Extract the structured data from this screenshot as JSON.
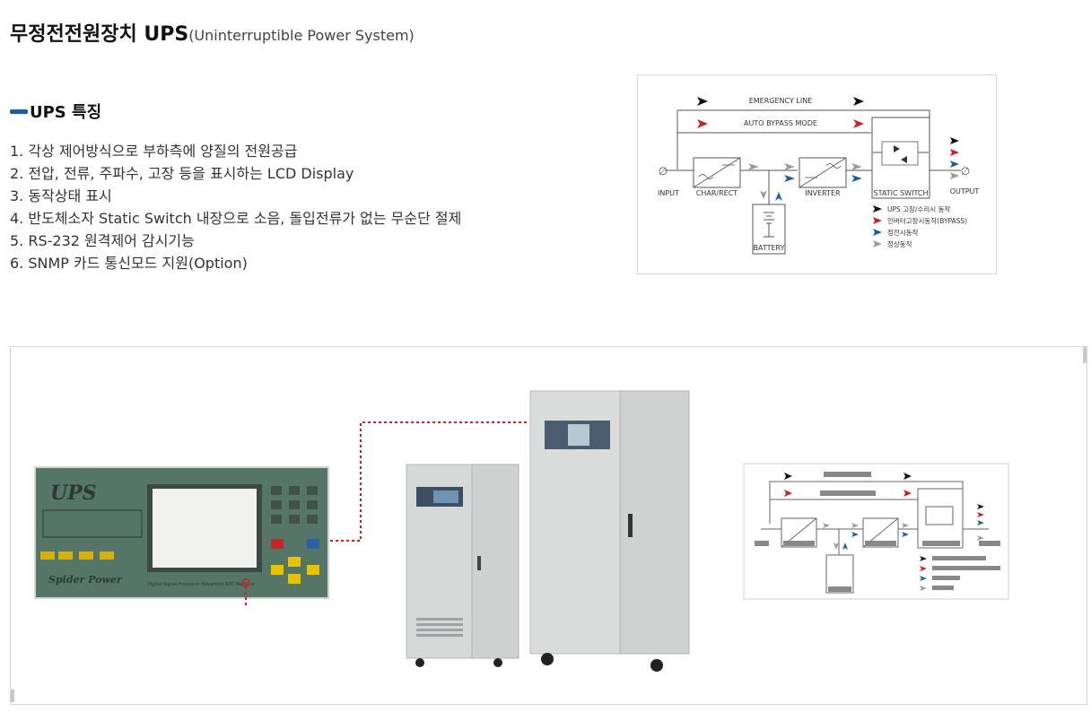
{
  "header": {
    "title": "무정전전원장치 UPS",
    "subtitle": "(Uninterruptible Power System)"
  },
  "section": {
    "heading": "UPS 특징"
  },
  "features": [
    "1. 각상 제어방식으로 부하측에 양질의 전원공급",
    "2. 전압, 전류, 주파수, 고장 등을 표시하는 LCD Display",
    "3. 동작상태 표시",
    "4. 반도체소자 Static Switch 내장으로 소음, 돌입전류가 없는 무순단 절제",
    "5. RS-232 원격제어 감시기능",
    "6. SNMP 카드 통신모드 지원(Option)"
  ],
  "block_diagram": {
    "emergency_line": "EMERGENCY LINE",
    "auto_bypass": "AUTO BYPASS MODE",
    "input": "INPUT",
    "char_rect": "CHAR/RECT",
    "inverter": "INVERTER",
    "static_switch": "STATIC SWITCH",
    "output": "OUTPUT",
    "battery": "BATTERY",
    "phi": "∅",
    "legend": [
      {
        "label": "UPS 고장/수리시 동작",
        "color": "#111111"
      },
      {
        "label": "인버터고장시동작(BYPASS)",
        "color": "#cc1f1f"
      },
      {
        "label": "정전시동작",
        "color": "#1a5fa6"
      },
      {
        "label": "정상동작",
        "color": "#9a9a9a"
      }
    ]
  },
  "product_image": {
    "panel_brand": "UPS",
    "panel_maker": "Spider Power",
    "panel_caption": "Digital Signal Processor Advanced SOC Machine"
  },
  "colors": {
    "accent_blue": "#1a5fa6",
    "bypass_red": "#cc1f1f",
    "cabinet": "#dcdcdc",
    "panel_green": "#4f6e62"
  }
}
